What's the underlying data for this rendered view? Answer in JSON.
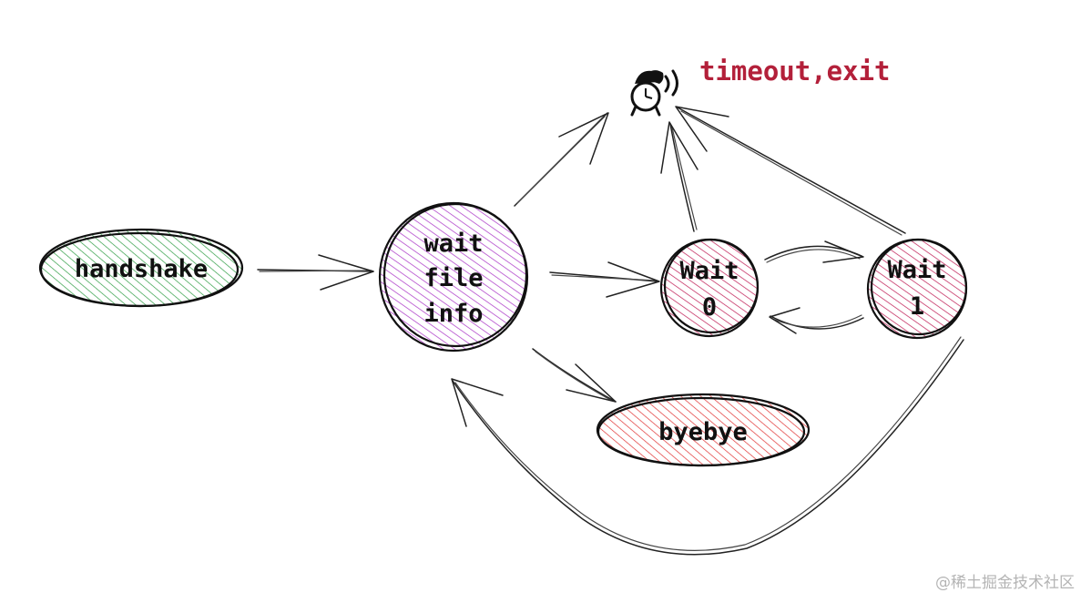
{
  "colors": {
    "handshake": "#2f9e44",
    "wait_file_info": "#ae3ec9",
    "wait": "#c2255c",
    "byebye": "#e03131",
    "timeout": "#b3203a"
  },
  "nodes": {
    "handshake": {
      "label": "handshake"
    },
    "wait_file_info": {
      "lines": [
        "wait",
        "file",
        "info"
      ]
    },
    "wait0": {
      "lines": [
        "Wait",
        "0"
      ]
    },
    "wait1": {
      "lines": [
        "Wait",
        "1"
      ]
    },
    "byebye": {
      "label": "byebye"
    }
  },
  "timeout": {
    "label": "timeout,exit",
    "icon": "alarm-clock-icon"
  },
  "edges": [
    {
      "from": "handshake",
      "to": "wait file info"
    },
    {
      "from": "wait file info",
      "to": "Wait 0"
    },
    {
      "from": "wait file info",
      "to": "byebye"
    },
    {
      "from": "wait file info",
      "to": "timeout,exit"
    },
    {
      "from": "Wait 0",
      "to": "Wait 1"
    },
    {
      "from": "Wait 1",
      "to": "Wait 0"
    },
    {
      "from": "Wait 0",
      "to": "timeout,exit"
    },
    {
      "from": "Wait 1",
      "to": "timeout,exit"
    },
    {
      "from": "Wait 1",
      "to": "wait file info"
    }
  ],
  "watermark": "@稀土掘金技术社区"
}
